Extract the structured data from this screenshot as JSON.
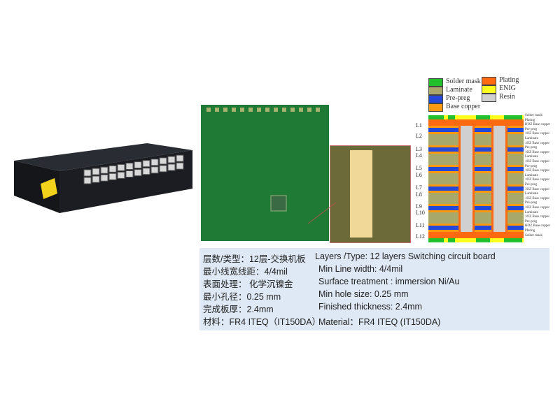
{
  "legend": {
    "items": [
      {
        "label": "Solder mask",
        "color": "#22c02a"
      },
      {
        "label": "Laminate",
        "color": "#a8a86a"
      },
      {
        "label": "Pre-preg",
        "color": "#2448d8"
      },
      {
        "label": "Base copper",
        "color": "#ff9a10"
      },
      {
        "label": "Plating",
        "color": "#ff6a10"
      },
      {
        "label": "ENIG",
        "color": "#ffff20"
      },
      {
        "label": "Resin",
        "color": "#d0d0d0"
      }
    ]
  },
  "stackup": {
    "layers": [
      "L1",
      "L2",
      "L3",
      "L4",
      "L5",
      "L6",
      "L7",
      "L8",
      "L9",
      "L10",
      "L11",
      "L12"
    ],
    "side_labels": [
      "Solder mask",
      "Plating",
      "HOZ Base copper",
      "Pre-preg",
      "1OZ Base copper",
      "Laminate",
      "1OZ Base copper",
      "Pre-preg",
      "1OZ Base copper",
      "Laminate",
      "1OZ Base copper",
      "Pre-preg",
      "1OZ Base copper",
      "Laminate",
      "1OZ Base copper",
      "Pre-preg",
      "1OZ Base copper",
      "Laminate",
      "1OZ Base copper",
      "Pre-preg",
      "1OZ Base copper",
      "Laminate",
      "1OZ Base copper",
      "Pre-preg",
      "HOZ Base copper",
      "Plating",
      "Solder mask"
    ]
  },
  "specs": [
    {
      "cn": "层数/类型：12层-交换机板",
      "en": "Layers /Type: 12 layers Switching circuit board"
    },
    {
      "cn": "最小线宽线距：4/4mil",
      "en": "Min  Line width: 4/4mil"
    },
    {
      "cn": "表面处理： 化学沉镍金",
      "en": "Surface treatment : immersion Ni/Au"
    },
    {
      "cn": "最小孔径：0.25 mm",
      "en": "Min hole size: 0.25 mm"
    },
    {
      "cn": "完成板厚：2.4mm",
      "en": "Finished thickness: 2.4mm"
    },
    {
      "cn": "材料：FR4  ITEQ（IT150DA）",
      "en": "Material：FR4  ITEQ  (IT150DA)"
    }
  ]
}
